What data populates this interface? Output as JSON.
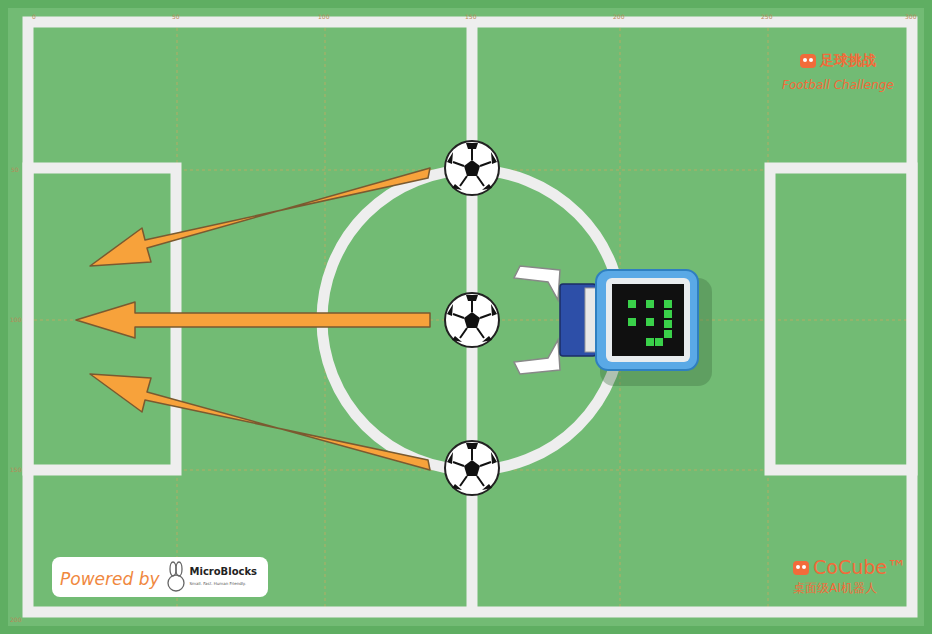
{
  "diagram": {
    "nodes": [
      {
        "text": [
          "Powered by",
          "MicroBlocks",
          "Small. Fast. Human Friendly."
        ]
      }
    ],
    "labels": [
      "足球挑战",
      "Football Challenge",
      "CoCube™",
      "桌面级AI机器人",
      "0",
      "50",
      "100",
      "150",
      "200",
      "250",
      "300",
      "50",
      "100",
      "150",
      "200"
    ]
  }
}
